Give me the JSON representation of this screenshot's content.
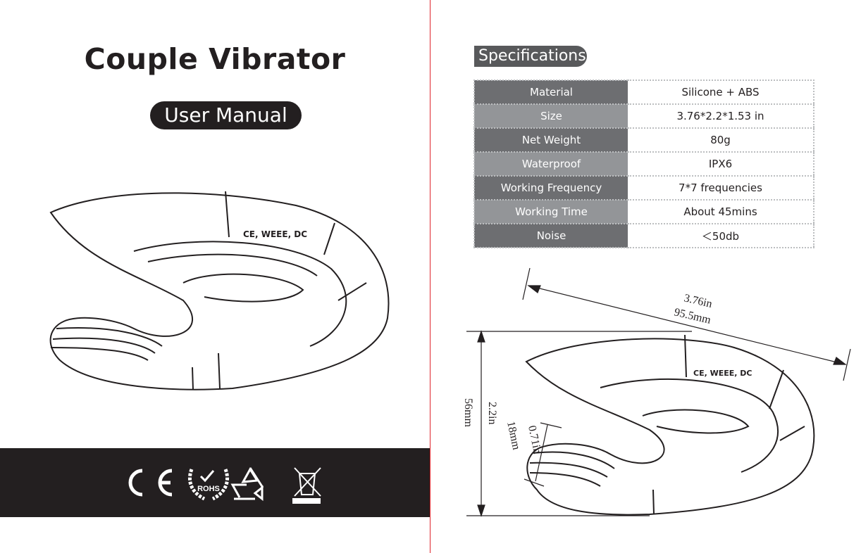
{
  "cover": {
    "title": "Couple Vibrator",
    "subtitle": "User Manual",
    "certifications": [
      "CE",
      "ROHS",
      "recycle-icon",
      "weee-bin-icon"
    ],
    "device_markings": "CE, WEEE, DC"
  },
  "specs": {
    "heading": "Specifications",
    "rows": [
      {
        "label": "Material",
        "value": "Silicone + ABS"
      },
      {
        "label": "Size",
        "value": "3.76*2.2*1.53 in"
      },
      {
        "label": "Net Weight",
        "value": "80g"
      },
      {
        "label": "Waterproof",
        "value": "IPX6"
      },
      {
        "label": "Working Frequency",
        "value": "7*7 frequencies"
      },
      {
        "label": "Working Time",
        "value": "About 45mins"
      },
      {
        "label": "Noise",
        "value": "＜50db"
      }
    ]
  },
  "dimensions": {
    "length_in": "3.76in",
    "length_mm": "95.5mm",
    "height_mm": "56mm",
    "height_in": "2.2in",
    "thick_in": "0.71in",
    "thick_mm": "18mm"
  },
  "colors": {
    "dark": "#231f20",
    "divider": "#e0262c",
    "row_dark": "#6d6e71",
    "row_light": "#939598"
  }
}
